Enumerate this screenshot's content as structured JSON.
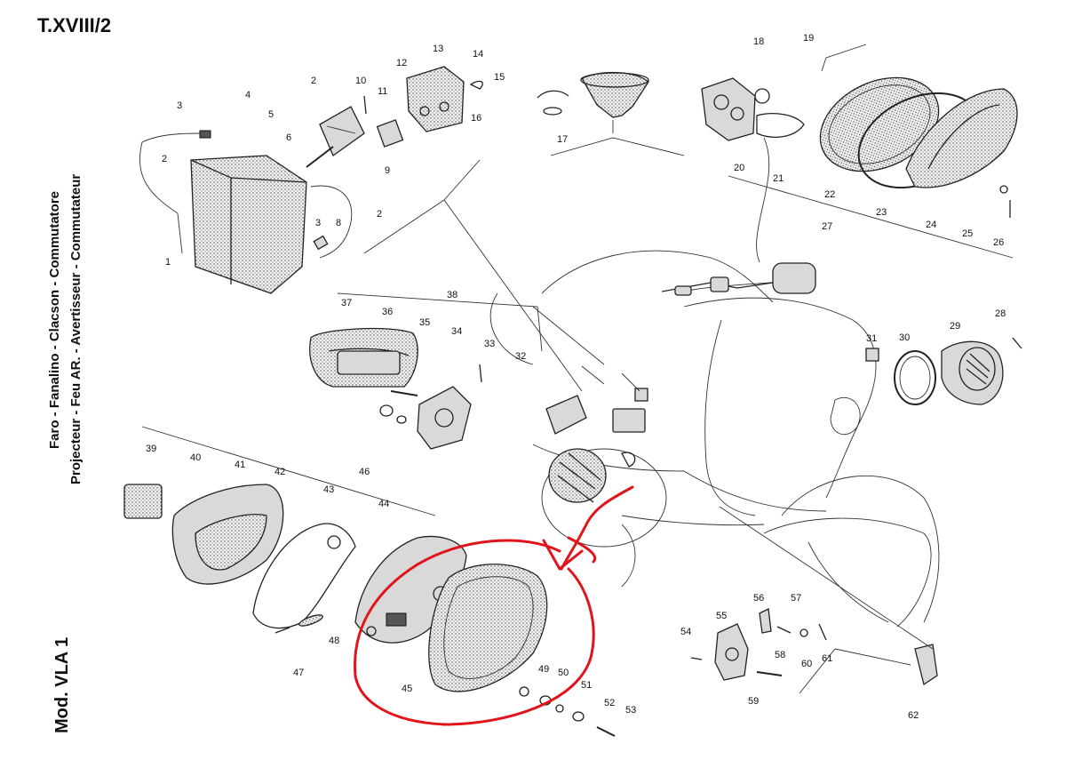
{
  "sheet": {
    "code": "T.XVIII/2",
    "model": "Mod. VLA 1",
    "title_line_italian": "Faro - Fanalino - Clacson - Commutatore",
    "title_line_french": "Projecteur - Feu AR. - Avertisseur - Commutateur"
  },
  "callouts": [
    "1",
    "2",
    "2",
    "2",
    "3",
    "3",
    "4",
    "5",
    "6",
    "8",
    "9",
    "10",
    "11",
    "12",
    "13",
    "14",
    "15",
    "16",
    "17",
    "18",
    "19",
    "20",
    "21",
    "22",
    "23",
    "24",
    "25",
    "26",
    "27",
    "28",
    "29",
    "30",
    "31",
    "32",
    "33",
    "34",
    "35",
    "36",
    "37",
    "38",
    "39",
    "40",
    "41",
    "42",
    "43",
    "44",
    "45",
    "46",
    "47",
    "48",
    "49",
    "50",
    "51",
    "52",
    "53",
    "54",
    "55",
    "56",
    "57",
    "58",
    "59",
    "60",
    "61",
    "62"
  ],
  "annotation": {
    "color": "#e0141a",
    "shape": "hand-drawn circle with arrow around parts 45-51"
  },
  "colors": {
    "ink": "#222222",
    "paper": "#ffffff",
    "highlight": "#e0141a"
  }
}
